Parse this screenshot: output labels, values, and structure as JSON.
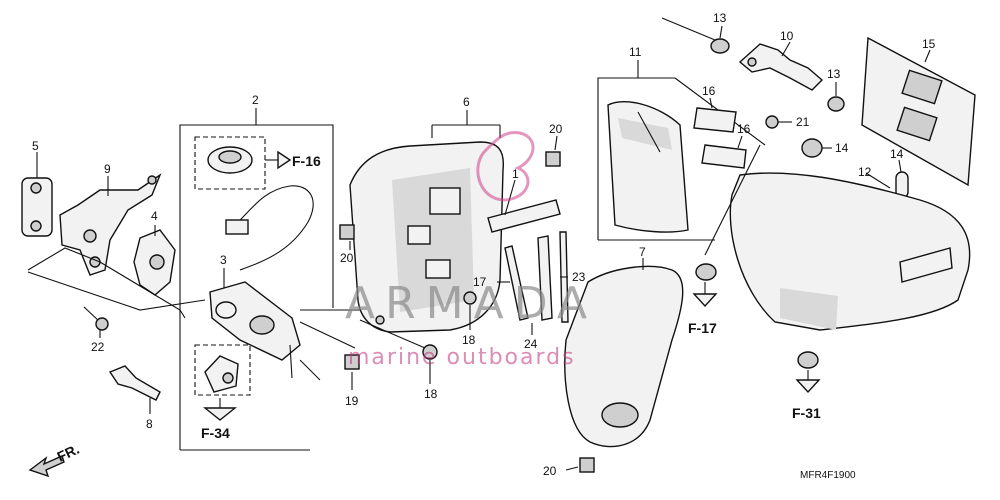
{
  "callouts": {
    "c1": "1",
    "c2": "2",
    "c3": "3",
    "c4": "4",
    "c5": "5",
    "c6": "6",
    "c7": "7",
    "c8": "8",
    "c9": "9",
    "c10": "10",
    "c11": "11",
    "c12": "12",
    "c13a": "13",
    "c13b": "13",
    "c14a": "14",
    "c14b": "14",
    "c15": "15",
    "c16a": "16",
    "c16b": "16",
    "c17": "17",
    "c18a": "18",
    "c18b": "18",
    "c19": "19",
    "c20a": "20",
    "c20b": "20",
    "c20c": "20",
    "c21": "21",
    "c22": "22",
    "c23": "23",
    "c24": "24"
  },
  "references": {
    "f16": "F-16",
    "f17": "F-17",
    "f31": "F-31",
    "f34": "F-34"
  },
  "front_marker": "FR.",
  "diagram_code": "MFR4F1900",
  "watermark": {
    "brand": "ARMADA",
    "tagline": "marine outboards",
    "accent_color": "#d0408a"
  }
}
